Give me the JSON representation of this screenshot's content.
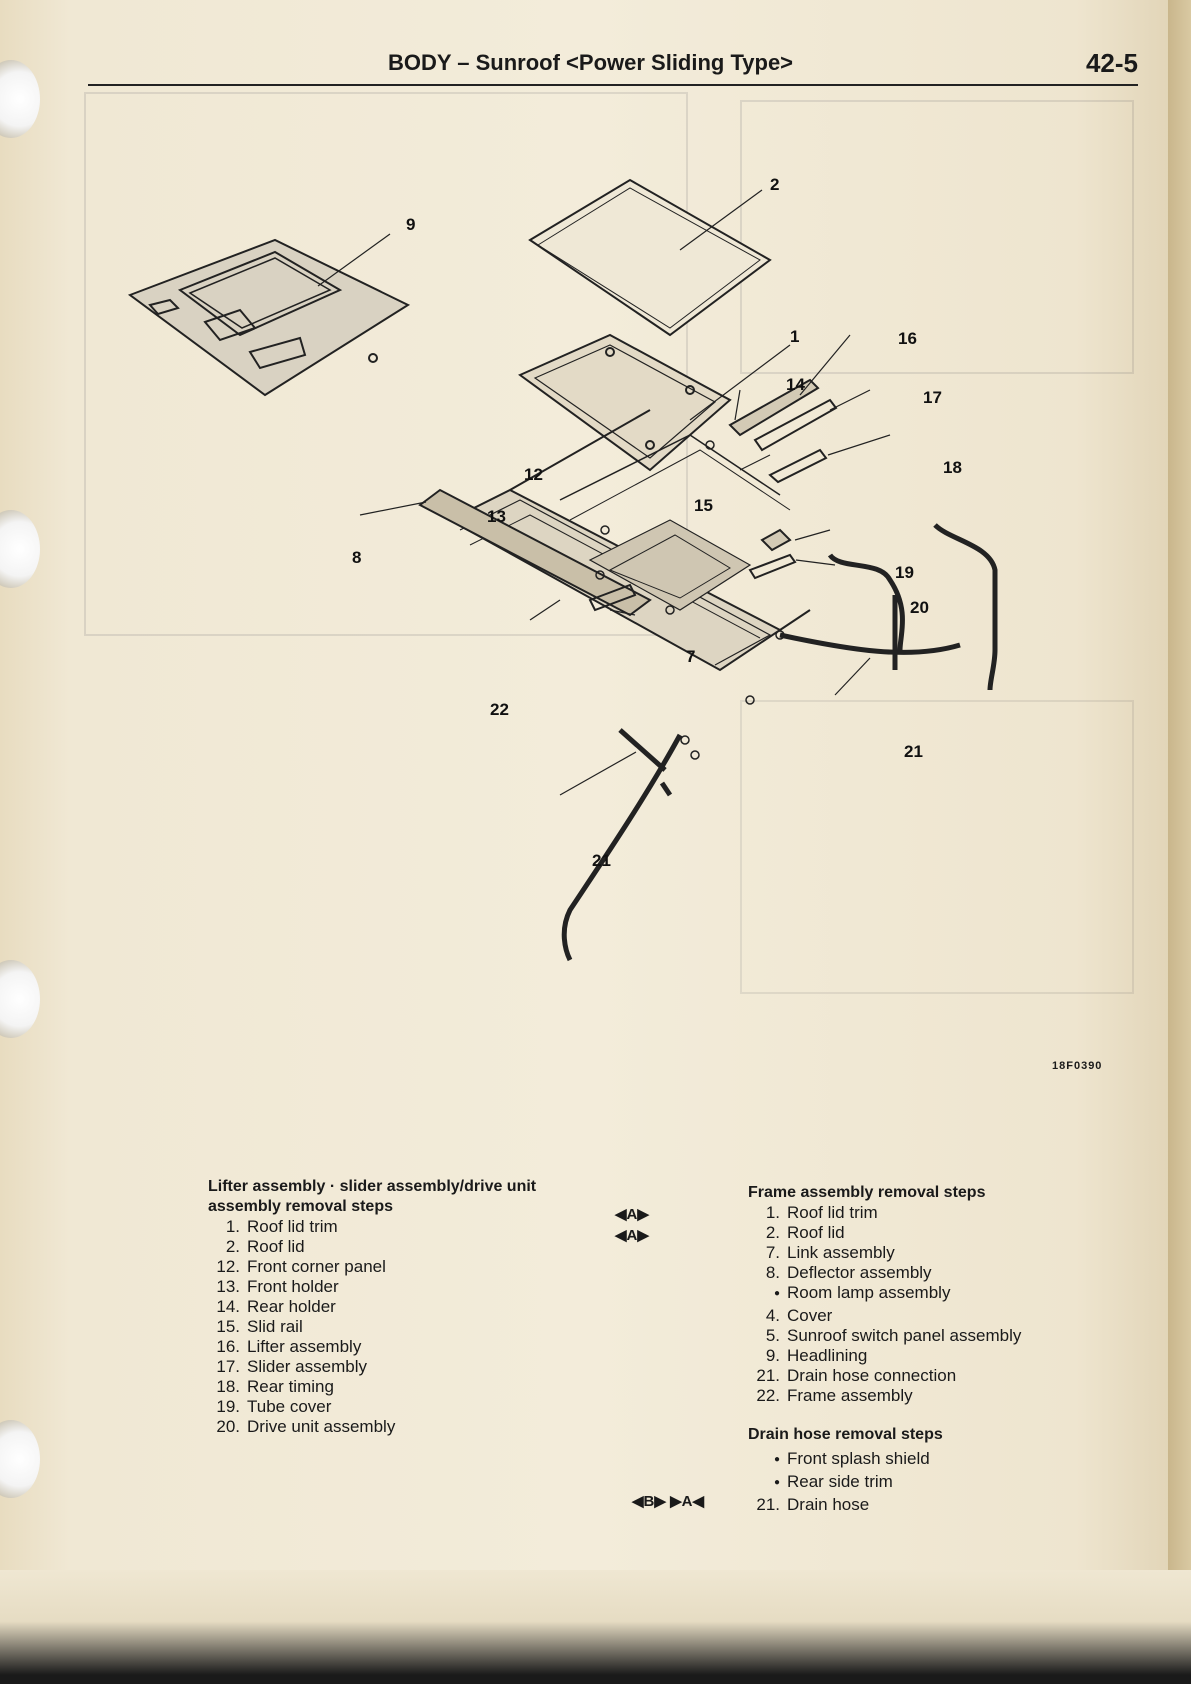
{
  "header": {
    "title": "BODY – Sunroof <Power Sliding Type>",
    "page": "42-5"
  },
  "figure": {
    "code": "18F0390",
    "callouts": [
      "2",
      "9",
      "1",
      "16",
      "14",
      "17",
      "18",
      "12",
      "13",
      "15",
      "8",
      "19",
      "20",
      "7",
      "22",
      "21",
      "21"
    ]
  },
  "lifter_steps": {
    "heading": "Lifter assembly · slider assembly/drive unit assembly removal steps",
    "marks": [
      "◀A▶",
      "◀A▶"
    ],
    "items": [
      {
        "n": "1.",
        "text": "Roof lid trim"
      },
      {
        "n": "2.",
        "text": "Roof lid"
      },
      {
        "n": "12.",
        "text": "Front corner panel"
      },
      {
        "n": "13.",
        "text": "Front holder"
      },
      {
        "n": "14.",
        "text": "Rear holder"
      },
      {
        "n": "15.",
        "text": "Slid rail"
      },
      {
        "n": "16.",
        "text": "Lifter assembly"
      },
      {
        "n": "17.",
        "text": "Slider assembly"
      },
      {
        "n": "18.",
        "text": "Rear timing"
      },
      {
        "n": "19.",
        "text": "Tube cover"
      },
      {
        "n": "20.",
        "text": "Drive unit assembly"
      }
    ]
  },
  "frame_steps": {
    "heading": "Frame assembly removal steps",
    "items": [
      {
        "n": "1.",
        "text": "Roof lid trim"
      },
      {
        "n": "2.",
        "text": "Roof lid"
      },
      {
        "n": "7.",
        "text": "Link assembly"
      },
      {
        "n": "8.",
        "text": "Deflector assembly"
      },
      {
        "n": "",
        "text": "Room lamp assembly"
      },
      {
        "n": "4.",
        "text": "Cover"
      },
      {
        "n": "5.",
        "text": "Sunroof switch panel assembly"
      },
      {
        "n": "9.",
        "text": "Headlining"
      },
      {
        "n": "21.",
        "text": "Drain hose connection"
      },
      {
        "n": "22.",
        "text": "Frame assembly"
      }
    ]
  },
  "drain_steps": {
    "heading": "Drain hose removal steps",
    "marks": "◀B▶  ▶A◀",
    "items": [
      {
        "n": "",
        "text": "Front splash shield"
      },
      {
        "n": "",
        "text": "Rear side trim"
      },
      {
        "n": "21.",
        "text": "Drain hose"
      }
    ]
  }
}
